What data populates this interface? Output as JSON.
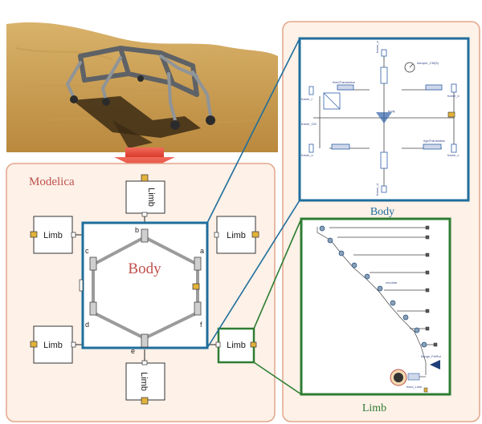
{
  "main_panel": {
    "title": "Modelica",
    "body_label": "Body"
  },
  "limb_label": "Limb",
  "joint_letters": {
    "a": "a",
    "b": "b",
    "c": "c",
    "d": "d",
    "e": "e",
    "f": "f"
  },
  "body_detail": {
    "caption": "Body",
    "tiny": {
      "frame_a": "frame_a",
      "frame_b": "frame_b",
      "frame_c": "frame_c",
      "frame_d": "frame_d",
      "frame_e": "frame_e",
      "frame_f": "frame_f",
      "frame_CM": "frame_CM",
      "fixedTranslation": "fixedTranslation",
      "body": "body",
      "damper": "damper_CM(5)",
      "rigid": "rigidTranslation"
    }
  },
  "limb_detail": {
    "caption": "Limb",
    "tiny": {
      "flange": "flange_FlxRot",
      "rev": "revolute",
      "fixed": "fixed_Limb"
    }
  },
  "colors": {
    "accent_red": "#c0504d",
    "body_blue": "#1f6e9c",
    "limb_green": "#2e7d32",
    "panel_border": "#e3a58a",
    "panel_bg": "#fdf1e8",
    "arrow": "#e84c3d"
  }
}
